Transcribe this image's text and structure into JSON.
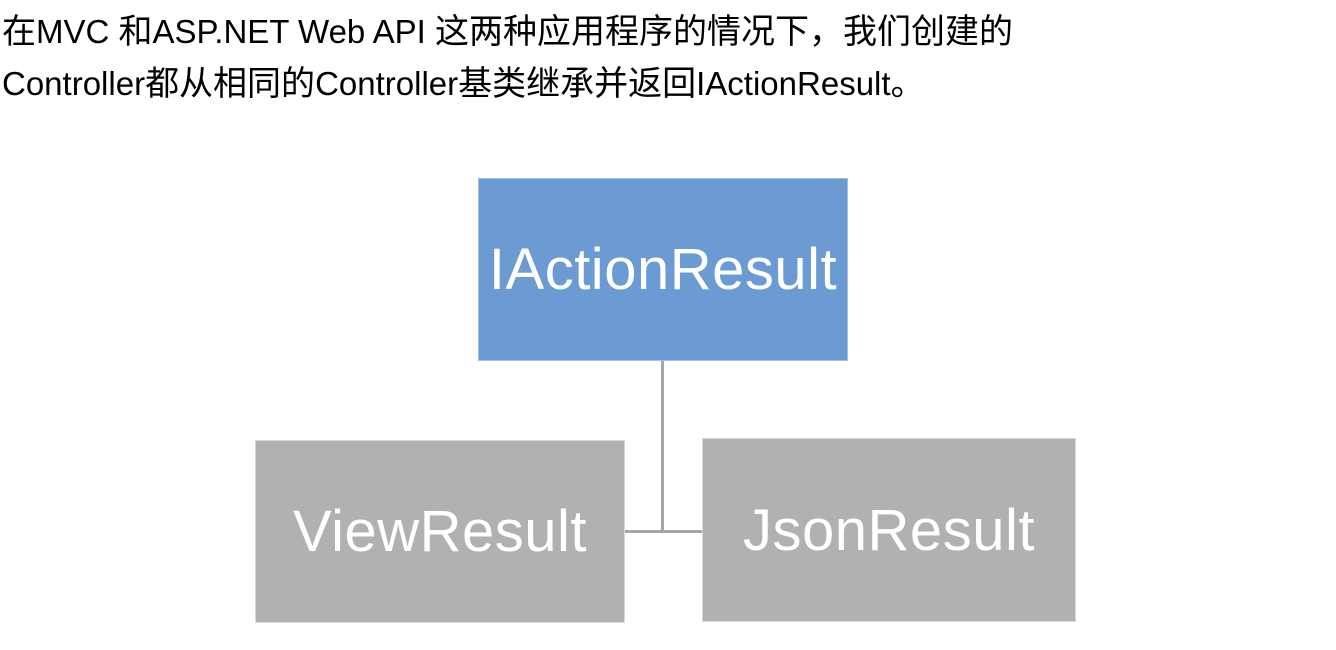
{
  "caption": {
    "line1": "在MVC 和ASP.NET Web API 这两种应用程序的情况下，我们创建的",
    "line2": "Controller都从相同的Controller基类继承并返回IActionResult。",
    "full_text": "在MVC 和ASP.NET Web API 这两种应用程序的情况下，我们创建的Controller都从相同的Controller基类继承并返回IActionResult。",
    "text_color": "#000000"
  },
  "diagram": {
    "type": "hierarchy",
    "background": "#ffffff",
    "nodes": [
      {
        "id": "iactionresult",
        "label": "IActionResult",
        "role": "root",
        "fill": "#6b9bd2",
        "text_color": "#ffffff",
        "border": "#9fbfe0"
      },
      {
        "id": "viewresult",
        "label": "ViewResult",
        "role": "child",
        "fill": "#b1b1b1",
        "text_color": "#ffffff",
        "border": "#d8d8d8"
      },
      {
        "id": "jsonresult",
        "label": "JsonResult",
        "role": "child",
        "fill": "#b1b1b1",
        "text_color": "#ffffff",
        "border": "#d8d8d8"
      }
    ],
    "edges": [
      {
        "id": "root-trunk",
        "from": "iactionresult",
        "to": "junction",
        "color": "#a6a6a6"
      },
      {
        "id": "child-bar",
        "from": "viewresult",
        "to": "jsonresult",
        "color": "#a6a6a6"
      }
    ]
  }
}
